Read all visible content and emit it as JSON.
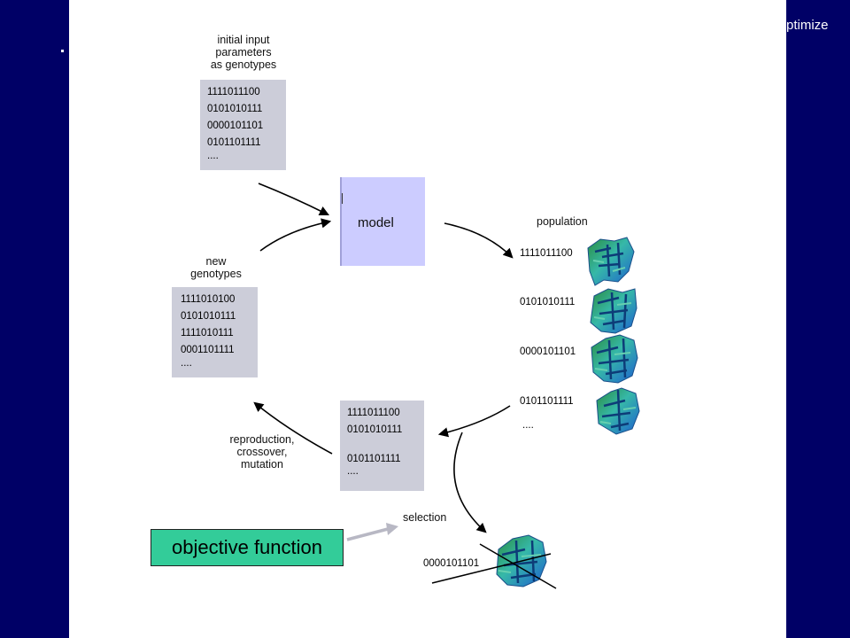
{
  "header": {
    "partial_text": "ptimize"
  },
  "initial": {
    "label_lines": [
      "initial input",
      "parameters",
      "as genotypes"
    ],
    "codes": [
      "1111011100",
      "0101010111",
      "0000101101",
      "0101101111",
      "...."
    ]
  },
  "model": {
    "label": "model"
  },
  "new_genotypes": {
    "label_lines": [
      "new",
      "genotypes"
    ],
    "codes": [
      "1111010100",
      "0101010111",
      "1111010111",
      "0001101111",
      "...."
    ]
  },
  "population": {
    "label": "population",
    "codes": [
      "1111011100",
      "0101010111",
      "0000101101",
      "0101101111",
      "...."
    ]
  },
  "selected": {
    "codes": [
      "1111011100",
      "0101010111",
      "0101101111",
      "...."
    ]
  },
  "reproduction": {
    "label_lines": [
      "reproduction,",
      "crossover,",
      "mutation"
    ]
  },
  "selection": {
    "label": "selection"
  },
  "rejected": {
    "code": "0000101101"
  },
  "objective": {
    "label": "objective function"
  },
  "colors": {
    "slide_bg": "#000066",
    "box": "#cccdd9",
    "model": "#ccccff",
    "objective": "#33cc99"
  },
  "icons": [
    "structure-render-icon",
    "arrow-icon",
    "cross-out-icon"
  ]
}
